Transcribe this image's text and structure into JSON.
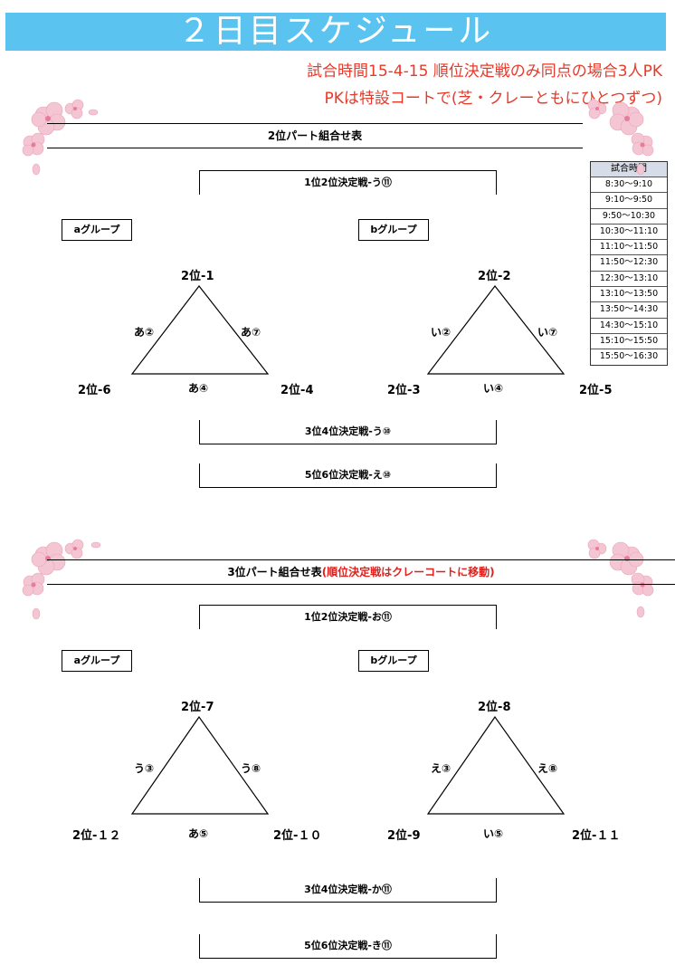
{
  "title": "２日目スケジュール",
  "notes": [
    "試合時間15-4-15 順位決定戦のみ同点の場合3人PK",
    "PKは特設コートで(芝・クレーともにひとつずつ)"
  ],
  "time_table": {
    "header": "試合時間",
    "rows": [
      "8:30〜9:10",
      "9:10〜9:50",
      "9:50〜10:30",
      "10:30〜11:10",
      "11:10〜11:50",
      "11:50〜12:30",
      "12:30〜13:10",
      "13:10〜13:50",
      "13:50〜14:30",
      "14:30〜15:10",
      "15:10〜15:50",
      "15:50〜16:30"
    ]
  },
  "part2": {
    "header": "2位パート組合せ表",
    "final_1_2": "1位2位決定戦-う⑪",
    "final_3_4": "3位4位決定戦-う⑩",
    "final_5_6": "5位6位決定戦-え⑩",
    "group_a": {
      "label": "aグループ",
      "top": "2位-1",
      "left": "2位-6",
      "right": "2位-4",
      "match_left": "あ②",
      "match_right": "あ⑦",
      "match_bottom": "あ④"
    },
    "group_b": {
      "label": "bグループ",
      "top": "2位-2",
      "left": "2位-3",
      "right": "2位-5",
      "match_left": "い②",
      "match_right": "い⑦",
      "match_bottom": "い④"
    }
  },
  "part3": {
    "header": "3位パート組合せ表",
    "header_note": "(順位決定戦はクレーコートに移動)",
    "final_1_2": "1位2位決定戦-お⑪",
    "final_3_4": "3位4位決定戦-か⑪",
    "final_5_6": "5位6位決定戦-き⑪",
    "group_a": {
      "label": "aグループ",
      "top": "2位-7",
      "left": "2位-１２",
      "right": "2位-１０",
      "match_left": "う③",
      "match_right": "う⑧",
      "match_bottom": "あ⑤"
    },
    "group_b": {
      "label": "bグループ",
      "top": "2位-8",
      "left": "2位-9",
      "right": "2位-１１",
      "match_left": "え③",
      "match_right": "え⑧",
      "match_bottom": "い⑤"
    }
  },
  "colors": {
    "banner": "#5bc3ef",
    "note_red": "#e8392a",
    "header_red": "#e0201c",
    "table_header": "#d7dde8",
    "blossom": "#f4c6d3"
  },
  "icons": [
    "cherry-blossom-icon"
  ]
}
